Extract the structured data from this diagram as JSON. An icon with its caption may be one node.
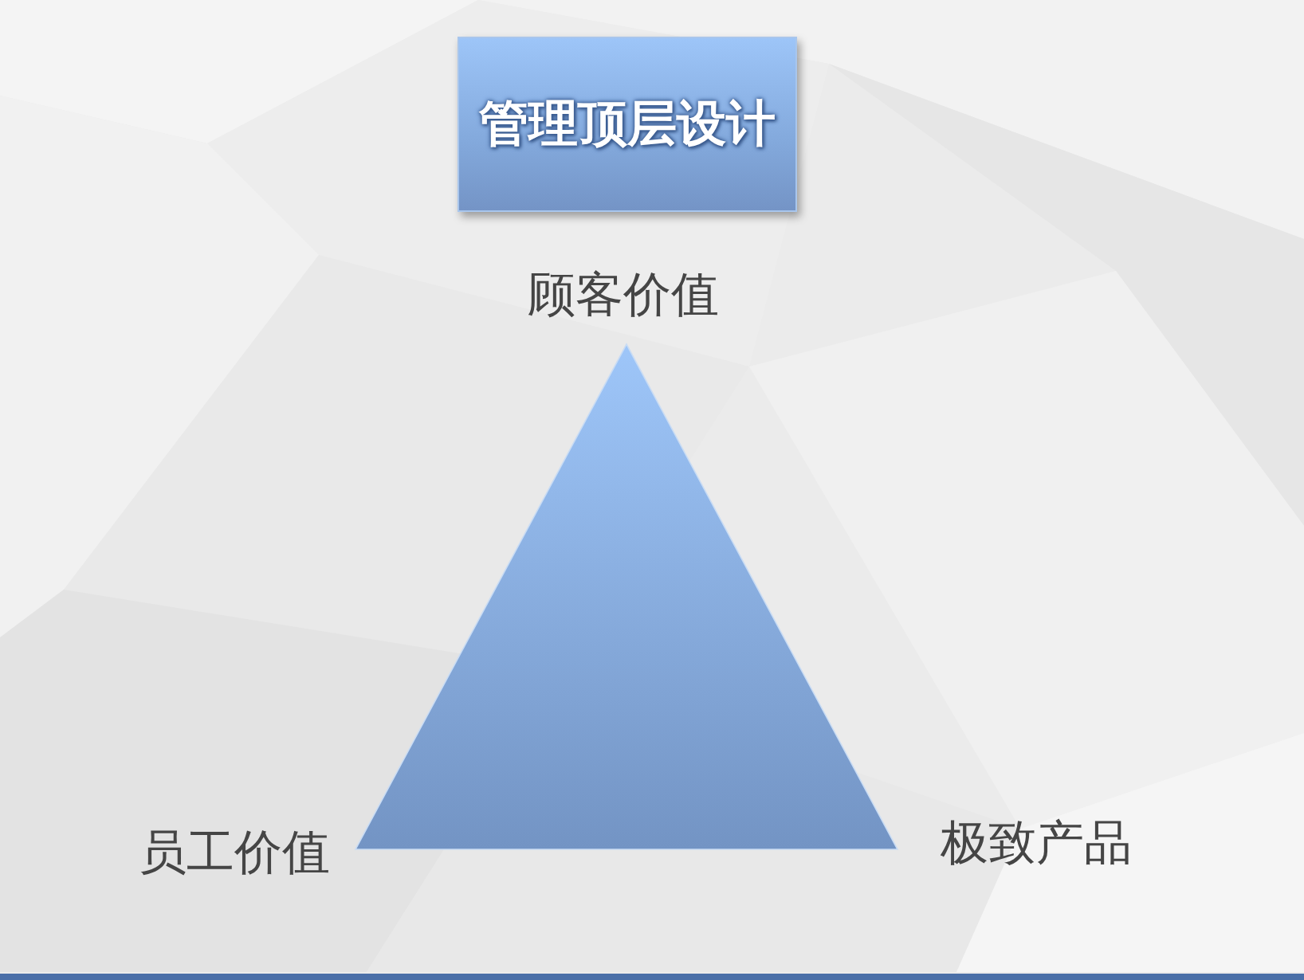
{
  "diagram": {
    "title": "管理顶层设计",
    "nodes": [
      {
        "text": [],
        "shape": "triangle",
        "beside": [
          "顾客价值",
          "员工价值",
          "极致产品"
        ]
      }
    ]
  }
}
